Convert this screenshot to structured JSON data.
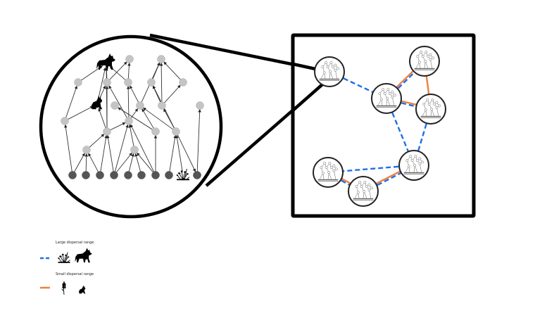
{
  "legend": {
    "large": {
      "title": "Large dispersal range",
      "line_style": "dashed",
      "color": "#1f6fe8",
      "species": [
        "plant-cluster-icon",
        "wolf-icon"
      ]
    },
    "small": {
      "title": "Small dispersal range",
      "line_style": "solid",
      "color": "#f07f3c",
      "species": [
        "wheat-icon",
        "rabbit-icon"
      ]
    }
  },
  "colors": {
    "frame": "#000000",
    "node_light": "#c4c4c4",
    "node_dark": "#555555",
    "edge": "#333333",
    "dashed": "#1f6fe8",
    "solid": "#f07f3c"
  },
  "food_web": {
    "predator_icons": [
      "wolf-icon",
      "rabbit-icon",
      "plant-cluster-icon"
    ],
    "edges": [
      [
        "b0",
        "m1"
      ],
      [
        "b0",
        "m0"
      ],
      [
        "b1",
        "m1"
      ],
      [
        "b2",
        "m1"
      ],
      [
        "b2",
        "l2"
      ],
      [
        "b3",
        "l2"
      ],
      [
        "b3",
        "m3"
      ],
      [
        "b3",
        "l5"
      ],
      [
        "b4",
        "m3"
      ],
      [
        "b5",
        "m3"
      ],
      [
        "b6",
        "m3"
      ],
      [
        "b6",
        "l5"
      ],
      [
        "b6",
        "m4"
      ],
      [
        "b7",
        "m5"
      ],
      [
        "b8",
        "m5"
      ],
      [
        "b9",
        "r4"
      ],
      [
        "m1",
        "l2"
      ],
      [
        "m0",
        "k0"
      ],
      [
        "m0",
        "rb"
      ],
      [
        "l2",
        "rb"
      ],
      [
        "l2",
        "k1"
      ],
      [
        "l2",
        "l5"
      ],
      [
        "l2",
        "top0"
      ],
      [
        "m3",
        "l5"
      ],
      [
        "l5",
        "k1"
      ],
      [
        "l5",
        "r2"
      ],
      [
        "l5",
        "k2"
      ],
      [
        "m4",
        "r2"
      ],
      [
        "m4",
        "l4"
      ],
      [
        "m5",
        "r3"
      ],
      [
        "m5",
        "r4"
      ],
      [
        "m5",
        "k3"
      ],
      [
        "m5",
        "r2"
      ],
      [
        "r4",
        "r4b"
      ],
      [
        "rb",
        "top0"
      ],
      [
        "k0",
        "top0"
      ],
      [
        "k1",
        "top0"
      ],
      [
        "k1",
        "top1"
      ],
      [
        "r2",
        "k2"
      ],
      [
        "r2",
        "top2"
      ],
      [
        "k2",
        "top1"
      ],
      [
        "r3",
        "k3"
      ],
      [
        "r3",
        "k4"
      ],
      [
        "k3",
        "top2"
      ],
      [
        "k4",
        "top2"
      ],
      [
        "rb",
        "k1"
      ],
      [
        "k2",
        "top0"
      ],
      [
        "r3",
        "top2"
      ]
    ]
  },
  "metapopulation": {
    "patches": [
      "p0",
      "p1",
      "p2",
      "p3",
      "p4",
      "p5",
      "p6"
    ],
    "links": [
      {
        "a": "p0",
        "b": "p1",
        "type": "dashed"
      },
      {
        "a": "p1",
        "b": "p2",
        "type": "both"
      },
      {
        "a": "p1",
        "b": "p3",
        "type": "both"
      },
      {
        "a": "p2",
        "b": "p3",
        "type": "solid"
      },
      {
        "a": "p1",
        "b": "p4",
        "type": "dashed"
      },
      {
        "a": "p3",
        "b": "p4",
        "type": "dashed"
      },
      {
        "a": "p4",
        "b": "p5",
        "type": "dashed"
      },
      {
        "a": "p5",
        "b": "p6",
        "type": "both"
      },
      {
        "a": "p6",
        "b": "p4",
        "type": "both"
      }
    ]
  }
}
